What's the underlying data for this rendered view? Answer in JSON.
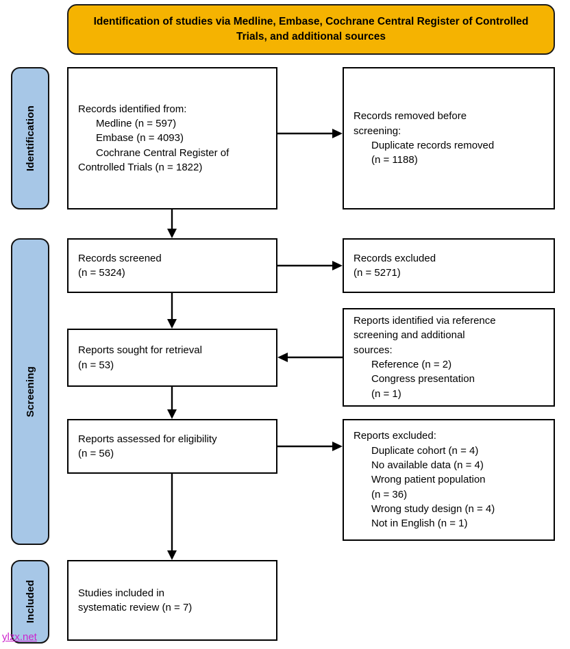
{
  "banner": {
    "title": "Identification of studies via Medline, Embase, Cochrane Central Register of Controlled Trials, and additional sources",
    "color": "#F5B301"
  },
  "stages": {
    "identification": "Identification",
    "screening": "Screening",
    "included": "Included",
    "color": "#A7C7E7"
  },
  "boxes": {
    "identified": {
      "line1": "Records identified from:",
      "line2": "Medline (n = 597)",
      "line3": "Embase (n = 4093)",
      "line4": "Cochrane Central Register of",
      "line5": "Controlled Trials (n = 1822)"
    },
    "removed": {
      "line1": "Records removed before",
      "line2": "screening:",
      "line3": "Duplicate records removed",
      "line4": "(n = 1188)"
    },
    "screened": {
      "line1": "Records screened",
      "line2": "(n = 5324)"
    },
    "excluded_records": {
      "line1": "Records excluded",
      "line2": "(n = 5271)"
    },
    "sought": {
      "line1": "Reports sought for retrieval",
      "line2": "(n = 53)"
    },
    "ref_identified": {
      "line1": "Reports identified via reference",
      "line2": "screening and additional",
      "line3": "sources:",
      "line4": "Reference (n = 2)",
      "line5": "Congress presentation",
      "line6": "(n = 1)"
    },
    "assessed": {
      "line1": "Reports assessed for eligibility",
      "line2": "(n = 56)"
    },
    "excluded_reports": {
      "line1": "Reports excluded:",
      "line2": "Duplicate cohort (n = 4)",
      "line3": "No available data (n = 4)",
      "line4": "Wrong patient population",
      "line5": "(n = 36)",
      "line6": "Wrong study design (n = 4)",
      "line7": "Not in English (n = 1)"
    },
    "included": {
      "line1": "Studies included in",
      "line2": "systematic review (n = 7)"
    }
  },
  "watermark": "ylzx.net"
}
